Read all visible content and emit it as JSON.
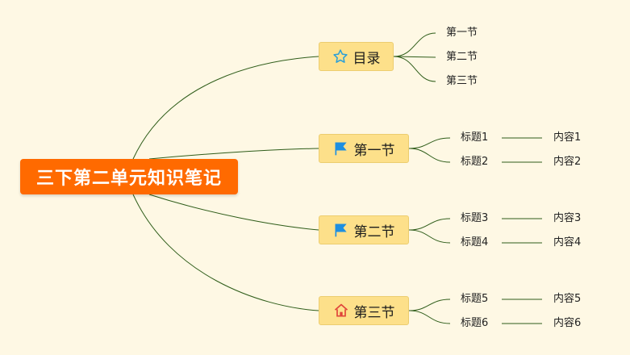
{
  "root": {
    "title": "三下第二单元知识笔记"
  },
  "branches": [
    {
      "label": "目录",
      "icon": "star-outline-icon",
      "children": [
        "第一节",
        "第二节",
        "第三节"
      ]
    },
    {
      "label": "第一节",
      "icon": "flag-icon",
      "children": [
        {
          "title": "标题1",
          "content": "内容1"
        },
        {
          "title": "标题2",
          "content": "内容2"
        }
      ]
    },
    {
      "label": "第二节",
      "icon": "flag-icon",
      "children": [
        {
          "title": "标题3",
          "content": "内容3"
        },
        {
          "title": "标题4",
          "content": "内容4"
        }
      ]
    },
    {
      "label": "第三节",
      "icon": "home-icon",
      "children": [
        {
          "title": "标题5",
          "content": "内容5"
        },
        {
          "title": "标题6",
          "content": "内容6"
        }
      ]
    }
  ],
  "colors": {
    "background": "#fef8e4",
    "root": "#ff6a00",
    "branch": "#fde08a",
    "line": "#2f5d1a",
    "star": "#2a9fd8",
    "flag": "#1e8fe0",
    "home": "#e0443a"
  }
}
